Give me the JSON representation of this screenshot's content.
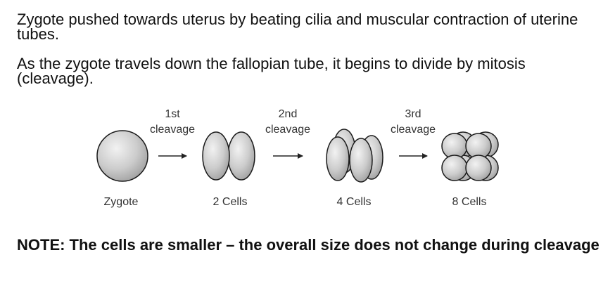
{
  "text": {
    "paragraph_1": "Zygote pushed towards uterus by beating cilia and muscular contraction of uterine tubes.",
    "paragraph_2": "As the zygote travels down the fallopian tube, it begins to divide by mitosis (cleavage).",
    "note": "NOTE: The cells are smaller – the overall size does not change during cleavage"
  },
  "diagram": {
    "stages": [
      {
        "label": "Zygote",
        "cells": 1
      },
      {
        "label": "2 Cells",
        "cells": 2
      },
      {
        "label": "4 Cells",
        "cells": 4
      },
      {
        "label": "8 Cells",
        "cells": 8
      }
    ],
    "transitions": [
      {
        "line1": "1st",
        "line2": "cleavage"
      },
      {
        "line1": "2nd",
        "line2": "cleavage"
      },
      {
        "line1": "3rd",
        "line2": "cleavage"
      }
    ],
    "colors": {
      "cell_light": "#f2f2f2",
      "cell_mid": "#cccccc",
      "cell_dark": "#9a9a9a",
      "outline": "#1a1a1a"
    }
  }
}
